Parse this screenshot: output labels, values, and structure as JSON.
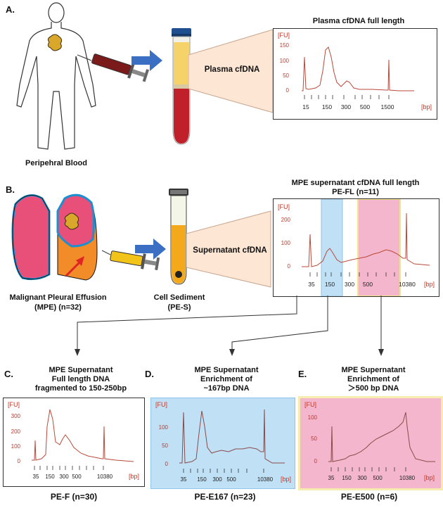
{
  "colors": {
    "trace": "#b84a3a",
    "axis": "#c0392b",
    "arrow_blue": "#3a6fc4",
    "highlight_blue": "#bfe0f5",
    "highlight_pink": "#f4b6cc",
    "highlight_yellow": "#f7ecb0",
    "lung_pink": "#e8507a",
    "lung_outline": "#1a8fd1",
    "effusion_orange": "#f28c28"
  },
  "section_a": {
    "label": "A.",
    "source_caption": "Peripehral Blood",
    "tube_label": "Plasma cfDNA",
    "chart_title": "Plasma cfDNA full length"
  },
  "section_b": {
    "label": "B.",
    "source_caption_1": "Malignant Pleural Effusion",
    "source_caption_2": "(MPE) (n=32)",
    "sediment_caption_1": "Cell Sediment",
    "sediment_caption_2": "(PE-S)",
    "tube_label": "Supernatant cfDNA",
    "chart_title_1": "MPE supernatant cfDNA full length",
    "chart_title_2": "PE-FL (n=11)"
  },
  "section_c": {
    "label": "C.",
    "title_1": "MPE Supernatant",
    "title_2": "Full length DNA",
    "title_3": "fragmented to 150-250bp",
    "footer": "PE-F (n=30)"
  },
  "section_d": {
    "label": "D.",
    "title_1": "MPE Supernatant",
    "title_2": "Enrichment of",
    "title_3": "~167bp DNA",
    "footer": "PE-E167 (n=23)"
  },
  "section_e": {
    "label": "E.",
    "title_1": "MPE Supernatant",
    "title_2": "Enrichment of",
    "title_3": "＞500 bp DNA",
    "footer": "PE-E500 (n=6)"
  },
  "axis_units": {
    "y": "[FU]",
    "x": "[bp]"
  },
  "charts": {
    "A": {
      "yticks": [
        "150",
        "100",
        "50",
        "0"
      ],
      "xticks": [
        "15",
        "150",
        "300",
        "500",
        "1500"
      ]
    },
    "B": {
      "yticks": [
        "200",
        "100",
        "0"
      ],
      "xticks": [
        "35",
        "150",
        "300",
        "500",
        "10380"
      ]
    },
    "C": {
      "yticks": [
        "300",
        "200",
        "100",
        "0"
      ],
      "xticks": [
        "35",
        "150",
        "300",
        "500",
        "10380"
      ]
    },
    "D": {
      "yticks": [
        "100",
        "50",
        "0"
      ],
      "xticks": [
        "35",
        "150",
        "300",
        "500",
        "10380"
      ]
    },
    "E": {
      "yticks": [
        "100",
        "50",
        "0"
      ],
      "xticks": [
        "35",
        "150",
        "300",
        "500",
        "10380"
      ]
    }
  }
}
